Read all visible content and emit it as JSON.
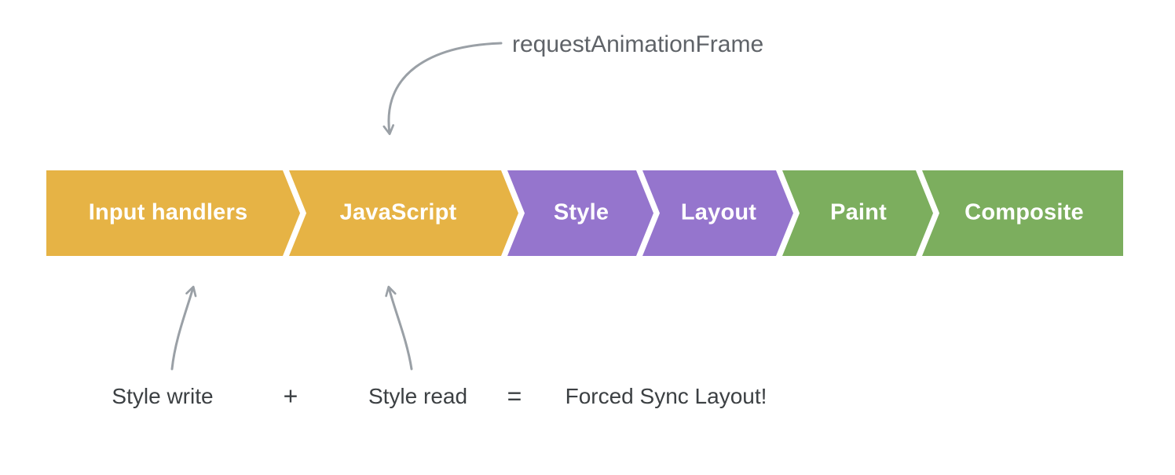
{
  "diagram": {
    "raf_label": "requestAnimationFrame",
    "pipeline": {
      "segments": [
        {
          "label": "Input handlers",
          "color": "#e6b345"
        },
        {
          "label": "JavaScript",
          "color": "#e6b345"
        },
        {
          "label": "Style",
          "color": "#9575cd"
        },
        {
          "label": "Layout",
          "color": "#9575cd"
        },
        {
          "label": "Paint",
          "color": "#7cae5e"
        },
        {
          "label": "Composite",
          "color": "#7cae5e"
        }
      ]
    },
    "formula": {
      "style_write": "Style write",
      "plus": "+",
      "style_read": "Style read",
      "equals": "=",
      "result": "Forced Sync Layout!"
    },
    "arrow_color": "#9aa0a6",
    "background": "#ffffff"
  }
}
